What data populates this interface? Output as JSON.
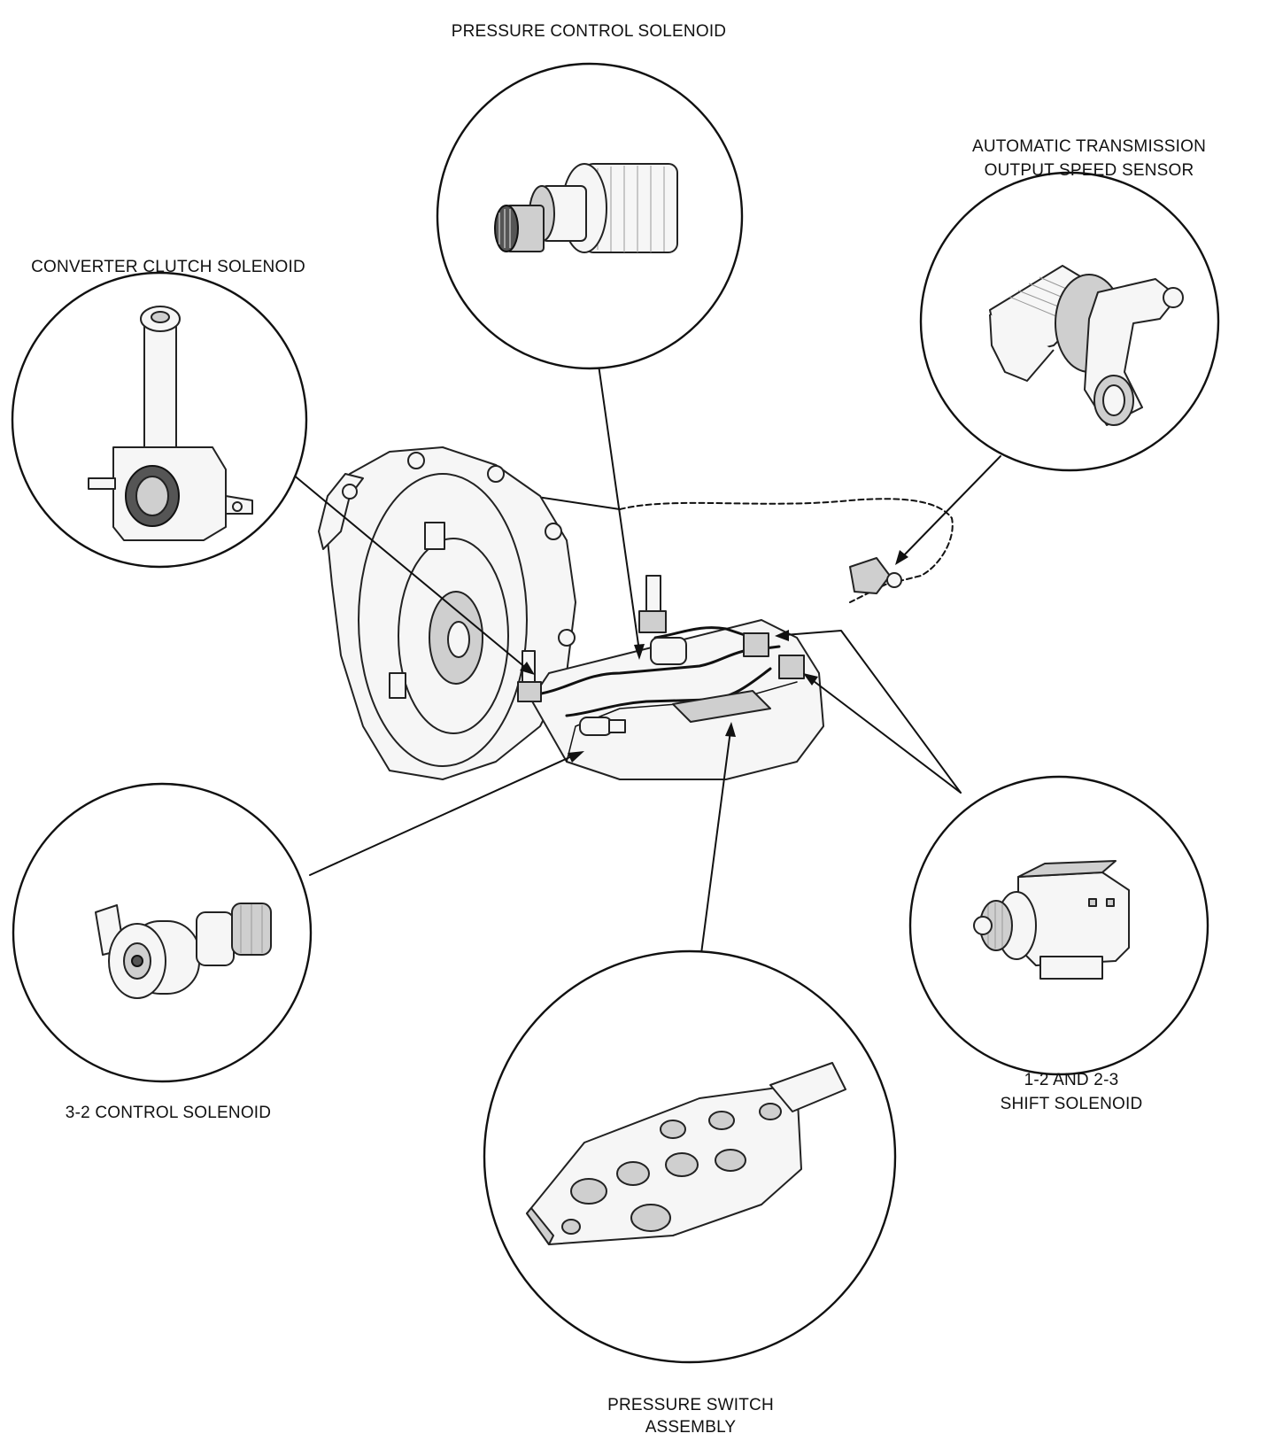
{
  "labels": {
    "pressure_control_solenoid": "PRESSURE CONTROL SOLENOID",
    "output_speed_sensor_line1": "AUTOMATIC TRANSMISSION",
    "output_speed_sensor_line2": "OUTPUT SPEED SENSOR",
    "converter_clutch_solenoid": "CONVERTER CLUTCH SOLENOID",
    "control_solenoid_3_2": "3-2 CONTROL SOLENOID",
    "shift_solenoid_line1": "1-2 AND 2-3",
    "shift_solenoid_line2": "SHIFT SOLENOID",
    "pressure_switch_line1": "PRESSURE SWITCH",
    "pressure_switch_line2": "ASSEMBLY"
  }
}
